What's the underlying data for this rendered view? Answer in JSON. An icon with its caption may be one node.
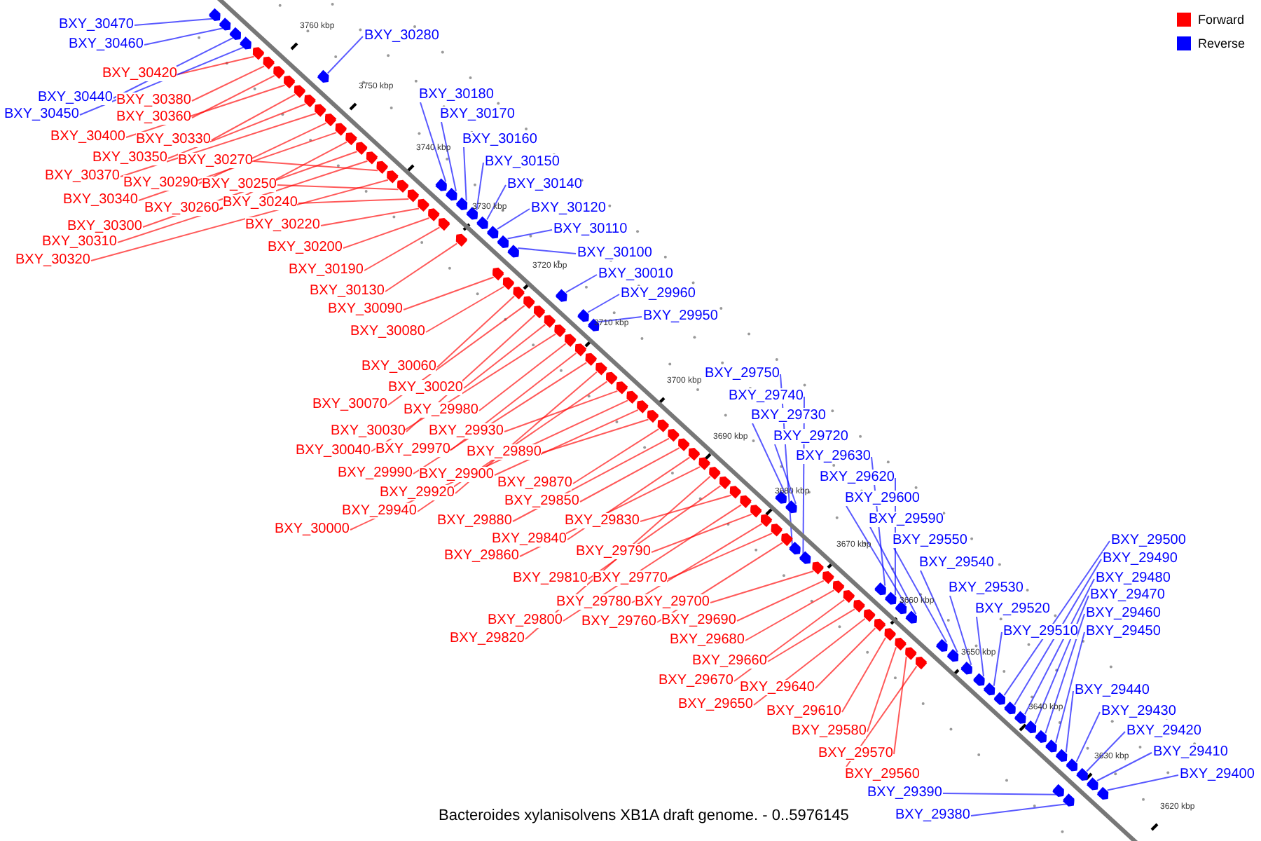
{
  "diagram": {
    "caption": "Bacteroides xylanisolvens XB1A draft genome. - 0..5976145",
    "nodes": [
      {
        "text": [
          "BXY_30470"
        ]
      },
      {
        "text": [
          "BXY_30460"
        ]
      },
      {
        "text": [
          "BXY_30280"
        ]
      },
      {
        "text": [
          "BXY_30420"
        ]
      },
      {
        "text": [
          "BXY_30440"
        ]
      },
      {
        "text": [
          "BXY_30380"
        ]
      },
      {
        "text": [
          "BXY_30450"
        ]
      },
      {
        "text": [
          "BXY_30360"
        ]
      },
      {
        "text": [
          "BXY_30180"
        ]
      },
      {
        "text": [
          "BXY_30170"
        ]
      },
      {
        "text": [
          "BXY_30400"
        ]
      },
      {
        "text": [
          "BXY_30330"
        ]
      },
      {
        "text": [
          "BXY_30160"
        ]
      },
      {
        "text": [
          "BXY_30350"
        ]
      },
      {
        "text": [
          "BXY_30270"
        ]
      },
      {
        "text": [
          "BXY_30150"
        ]
      },
      {
        "text": [
          "BXY_30370"
        ]
      },
      {
        "text": [
          "BXY_30290"
        ]
      },
      {
        "text": [
          "BXY_30250"
        ]
      },
      {
        "text": [
          "BXY_30140"
        ]
      },
      {
        "text": [
          "BXY_30340"
        ]
      },
      {
        "text": [
          "BXY_30240"
        ]
      },
      {
        "text": [
          "BXY_30120"
        ]
      },
      {
        "text": [
          "BXY_30260"
        ]
      },
      {
        "text": [
          "BXY_30300"
        ]
      },
      {
        "text": [
          "BXY_30110"
        ]
      },
      {
        "text": [
          "BXY_30220"
        ]
      },
      {
        "text": [
          "BXY_30310"
        ]
      },
      {
        "text": [
          "BXY_30200"
        ]
      },
      {
        "text": [
          "BXY_30100"
        ]
      },
      {
        "text": [
          "BXY_30320"
        ]
      },
      {
        "text": [
          "BXY_30190"
        ]
      },
      {
        "text": [
          "BXY_30010"
        ]
      },
      {
        "text": [
          "BXY_30130"
        ]
      },
      {
        "text": [
          "BXY_29960"
        ]
      },
      {
        "text": [
          "BXY_30090"
        ]
      },
      {
        "text": [
          "BXY_29950"
        ]
      },
      {
        "text": [
          "BXY_30080"
        ]
      },
      {
        "text": [
          "BXY_30060"
        ]
      },
      {
        "text": [
          "BXY_29750"
        ]
      },
      {
        "text": [
          "BXY_30020"
        ]
      },
      {
        "text": [
          "BXY_29740"
        ]
      },
      {
        "text": [
          "BXY_30070"
        ]
      },
      {
        "text": [
          "BXY_29980"
        ]
      },
      {
        "text": [
          "BXY_29730"
        ]
      },
      {
        "text": [
          "BXY_30030"
        ]
      },
      {
        "text": [
          "BXY_29930"
        ]
      },
      {
        "text": [
          "BXY_29720"
        ]
      },
      {
        "text": [
          "BXY_30040"
        ]
      },
      {
        "text": [
          "BXY_29970"
        ]
      },
      {
        "text": [
          "BXY_29890"
        ]
      },
      {
        "text": [
          "BXY_29630"
        ]
      },
      {
        "text": [
          "BXY_29990"
        ]
      },
      {
        "text": [
          "BXY_29900"
        ]
      },
      {
        "text": [
          "BXY_29620"
        ]
      },
      {
        "text": [
          "BXY_29870"
        ]
      },
      {
        "text": [
          "BXY_29920"
        ]
      },
      {
        "text": [
          "BXY_29600"
        ]
      },
      {
        "text": [
          "BXY_29850"
        ]
      },
      {
        "text": [
          "BXY_29940"
        ]
      },
      {
        "text": [
          "BXY_29880"
        ]
      },
      {
        "text": [
          "BXY_29830"
        ]
      },
      {
        "text": [
          "BXY_29590"
        ]
      },
      {
        "text": [
          "BXY_30000"
        ]
      },
      {
        "text": [
          "BXY_29840"
        ]
      },
      {
        "text": [
          "BXY_29550"
        ]
      },
      {
        "text": [
          "BXY_29500"
        ]
      },
      {
        "text": [
          "BXY_29860"
        ]
      },
      {
        "text": [
          "BXY_29790"
        ]
      },
      {
        "text": [
          "BXY_29490"
        ]
      },
      {
        "text": [
          "BXY_29540"
        ]
      },
      {
        "text": [
          "BXY_29810"
        ]
      },
      {
        "text": [
          "BXY_29770"
        ]
      },
      {
        "text": [
          "BXY_29480"
        ]
      },
      {
        "text": [
          "BXY_29530"
        ]
      },
      {
        "text": [
          "BXY_29470"
        ]
      },
      {
        "text": [
          "BXY_29780"
        ]
      },
      {
        "text": [
          "BXY_29700"
        ]
      },
      {
        "text": [
          "BXY_29520"
        ]
      },
      {
        "text": [
          "BXY_29460"
        ]
      },
      {
        "text": [
          "BXY_29800"
        ]
      },
      {
        "text": [
          "BXY_29760"
        ]
      },
      {
        "text": [
          "BXY_29690"
        ]
      },
      {
        "text": [
          "BXY_29510"
        ]
      },
      {
        "text": [
          "BXY_29450"
        ]
      },
      {
        "text": [
          "BXY_29820"
        ]
      },
      {
        "text": [
          "BXY_29680"
        ]
      },
      {
        "text": [
          "BXY_29660"
        ]
      },
      {
        "text": [
          "BXY_29670"
        ]
      },
      {
        "text": [
          "BXY_29440"
        ]
      },
      {
        "text": [
          "BXY_29640"
        ]
      },
      {
        "text": [
          "BXY_29650"
        ]
      },
      {
        "text": [
          "BXY_29430"
        ]
      },
      {
        "text": [
          "BXY_29610"
        ]
      },
      {
        "text": [
          "BXY_29420"
        ]
      },
      {
        "text": [
          "BXY_29580"
        ]
      },
      {
        "text": [
          "BXY_29410"
        ]
      },
      {
        "text": [
          "BXY_29570"
        ]
      },
      {
        "text": [
          "BXY_29400"
        ]
      },
      {
        "text": [
          "BXY_29560"
        ]
      },
      {
        "text": [
          "BXY_29390"
        ]
      },
      {
        "text": [
          "BXY_29380"
        ]
      },
      {
        "text": [],
        "shape": "arrow"
      },
      {
        "text": [],
        "shape": "arrow"
      },
      {
        "text": [],
        "shape": "arrow"
      },
      {
        "text": [],
        "shape": "arrow"
      },
      {
        "text": [],
        "shape": "arrow"
      },
      {
        "text": [],
        "shape": "arrow"
      },
      {
        "text": [],
        "shape": "arrow"
      },
      {
        "text": [],
        "shape": "arrow"
      },
      {
        "text": [],
        "shape": "arrow"
      },
      {
        "text": [],
        "shape": "arrow"
      },
      {
        "text": [],
        "shape": "arrow"
      },
      {
        "text": [],
        "shape": "arrow"
      },
      {
        "text": [],
        "shape": "arrow"
      },
      {
        "text": [],
        "shape": "arrow"
      },
      {
        "text": [],
        "shape": "arrow"
      },
      {
        "text": [],
        "shape": "arrow"
      },
      {
        "text": [],
        "shape": "arrow"
      },
      {
        "text": [],
        "shape": "arrow"
      },
      {
        "text": [],
        "shape": "arrow"
      },
      {
        "text": [],
        "shape": "arrow"
      },
      {
        "text": [],
        "shape": "arrow"
      },
      {
        "text": [],
        "shape": "arrow"
      },
      {
        "text": [],
        "shape": "arrow"
      },
      {
        "text": [],
        "shape": "arrow"
      },
      {
        "text": [],
        "shape": "arrow"
      },
      {
        "text": [],
        "shape": "arrow"
      },
      {
        "text": [],
        "shape": "arrow"
      },
      {
        "text": [],
        "shape": "arrow"
      },
      {
        "text": [],
        "shape": "arrow"
      },
      {
        "text": [],
        "shape": "arrow"
      },
      {
        "text": [],
        "shape": "arrow"
      },
      {
        "text": [],
        "shape": "arrow"
      },
      {
        "text": [],
        "shape": "arrow"
      },
      {
        "text": [],
        "shape": "arrow"
      },
      {
        "text": [],
        "shape": "arrow"
      },
      {
        "text": [],
        "shape": "arrow"
      },
      {
        "text": [],
        "shape": "arrow"
      },
      {
        "text": [],
        "shape": "arrow"
      },
      {
        "text": [],
        "shape": "arrow"
      },
      {
        "text": [],
        "shape": "arrow"
      },
      {
        "text": [],
        "shape": "arrow"
      },
      {
        "text": [],
        "shape": "arrow"
      },
      {
        "text": [],
        "shape": "arrow"
      },
      {
        "text": [],
        "shape": "arrow"
      },
      {
        "text": [],
        "shape": "arrow"
      },
      {
        "text": [],
        "shape": "arrow"
      },
      {
        "text": [],
        "shape": "arrow"
      },
      {
        "text": [],
        "shape": "arrow"
      },
      {
        "text": [],
        "shape": "arrow"
      },
      {
        "text": [],
        "shape": "arrow"
      },
      {
        "text": [],
        "shape": "arrow"
      },
      {
        "text": [],
        "shape": "arrow"
      },
      {
        "text": [],
        "shape": "arrow"
      },
      {
        "text": [],
        "shape": "arrow"
      },
      {
        "text": [],
        "shape": "arrow"
      },
      {
        "text": [],
        "shape": "arrow"
      },
      {
        "text": [],
        "shape": "arrow"
      },
      {
        "text": [],
        "shape": "arrow"
      },
      {
        "text": [],
        "shape": "arrow"
      },
      {
        "text": [],
        "shape": "arrow"
      },
      {
        "text": [],
        "shape": "arrow"
      },
      {
        "text": [],
        "shape": "arrow"
      },
      {
        "text": [],
        "shape": "arrow"
      },
      {
        "text": [],
        "shape": "arrow"
      },
      {
        "text": [],
        "shape": "arrow"
      },
      {
        "text": [],
        "shape": "arrow"
      },
      {
        "text": [],
        "shape": "arrow"
      },
      {
        "text": [],
        "shape": "arrow"
      },
      {
        "text": [],
        "shape": "arrow"
      },
      {
        "text": [],
        "shape": "arrow"
      },
      {
        "text": [],
        "shape": "arrow"
      },
      {
        "text": [],
        "shape": "arrow"
      },
      {
        "text": [],
        "shape": "arrow"
      },
      {
        "text": [],
        "shape": "arrow"
      },
      {
        "text": [],
        "shape": "arrow"
      },
      {
        "text": [],
        "shape": "arrow"
      },
      {
        "text": [],
        "shape": "arrow"
      },
      {
        "text": [],
        "shape": "arrow"
      },
      {
        "text": [],
        "shape": "arrow"
      },
      {
        "text": [],
        "shape": "arrow"
      },
      {
        "text": [],
        "shape": "arrow"
      },
      {
        "text": [],
        "shape": "arrow"
      },
      {
        "text": [],
        "shape": "arrow"
      },
      {
        "text": [],
        "shape": "arrow"
      },
      {
        "text": [],
        "shape": "arrow"
      },
      {
        "text": [],
        "shape": "arrow"
      },
      {
        "text": [],
        "shape": "arrow"
      },
      {
        "text": [],
        "shape": "arrow"
      },
      {
        "text": [],
        "shape": "arrow"
      },
      {
        "text": [],
        "shape": "arrow"
      },
      {
        "text": [],
        "shape": "arrow"
      },
      {
        "text": [],
        "shape": "arrow"
      },
      {
        "text": [],
        "shape": "arrow"
      },
      {
        "text": [],
        "shape": "arrow"
      },
      {
        "text": [],
        "shape": "arrow"
      },
      {
        "text": [],
        "shape": "arrow"
      },
      {
        "text": [],
        "shape": "arrow"
      },
      {
        "text": [],
        "shape": "arrow"
      },
      {
        "text": [],
        "shape": "arrow"
      },
      {
        "text": [],
        "shape": "arrow"
      },
      {
        "text": [],
        "shape": "arrow"
      },
      {
        "text": [],
        "shape": "arrow"
      }
    ],
    "edges": [
      {
        "from": 0,
        "to": 102,
        "arrow": "none",
        "color": "#0000ff"
      },
      {
        "from": 1,
        "to": 103,
        "arrow": "none",
        "color": "#0000ff"
      },
      {
        "from": 2,
        "to": 104,
        "arrow": "none",
        "color": "#0000ff"
      },
      {
        "from": 3,
        "to": 105,
        "arrow": "none"
      },
      {
        "from": 4,
        "to": 106,
        "arrow": "none",
        "color": "#0000ff"
      },
      {
        "from": 5,
        "to": 107,
        "arrow": "none"
      },
      {
        "from": 6,
        "to": 108,
        "arrow": "none",
        "color": "#0000ff"
      },
      {
        "from": 7,
        "to": 109,
        "arrow": "none"
      },
      {
        "from": 8,
        "to": 110,
        "arrow": "none",
        "color": "#0000ff"
      },
      {
        "from": 9,
        "to": 111,
        "arrow": "none",
        "color": "#0000ff"
      },
      {
        "from": 10,
        "to": 112,
        "arrow": "none"
      },
      {
        "from": 11,
        "to": 113,
        "arrow": "none"
      },
      {
        "from": 12,
        "to": 114,
        "arrow": "none",
        "color": "#0000ff"
      },
      {
        "from": 13,
        "to": 115,
        "arrow": "none"
      },
      {
        "from": 14,
        "to": 116,
        "arrow": "none"
      },
      {
        "from": 15,
        "to": 117,
        "arrow": "none",
        "color": "#0000ff"
      },
      {
        "from": 16,
        "to": 118,
        "arrow": "none"
      },
      {
        "from": 17,
        "to": 119,
        "arrow": "none"
      },
      {
        "from": 18,
        "to": 120,
        "arrow": "none"
      },
      {
        "from": 19,
        "to": 121,
        "arrow": "none",
        "color": "#0000ff"
      },
      {
        "from": 20,
        "to": 122,
        "arrow": "none"
      },
      {
        "from": 21,
        "to": 123,
        "arrow": "none"
      },
      {
        "from": 22,
        "to": 124,
        "arrow": "none",
        "color": "#0000ff"
      },
      {
        "from": 23,
        "to": 125,
        "arrow": "none"
      },
      {
        "from": 24,
        "to": 126,
        "arrow": "none"
      },
      {
        "from": 25,
        "to": 127,
        "arrow": "none",
        "color": "#0000ff"
      },
      {
        "from": 26,
        "to": 128,
        "arrow": "none"
      },
      {
        "from": 27,
        "to": 129,
        "arrow": "none"
      },
      {
        "from": 28,
        "to": 130,
        "arrow": "none"
      },
      {
        "from": 29,
        "to": 131,
        "arrow": "none",
        "color": "#0000ff"
      },
      {
        "from": 30,
        "to": 132,
        "arrow": "none"
      },
      {
        "from": 31,
        "to": 133,
        "arrow": "none"
      },
      {
        "from": 32,
        "to": 134,
        "arrow": "none",
        "color": "#0000ff"
      },
      {
        "from": 33,
        "to": 135,
        "arrow": "none"
      },
      {
        "from": 34,
        "to": 136,
        "arrow": "none",
        "color": "#0000ff"
      },
      {
        "from": 35,
        "to": 137,
        "arrow": "none"
      },
      {
        "from": 36,
        "to": 138,
        "arrow": "none",
        "color": "#0000ff"
      },
      {
        "from": 37,
        "to": 139,
        "arrow": "none"
      },
      {
        "from": 38,
        "to": 140,
        "arrow": "none"
      },
      {
        "from": 39,
        "to": 141,
        "arrow": "none",
        "color": "#0000ff"
      },
      {
        "from": 40,
        "to": 142,
        "arrow": "none"
      },
      {
        "from": 41,
        "to": 143,
        "arrow": "none",
        "color": "#0000ff"
      },
      {
        "from": 42,
        "to": 144,
        "arrow": "none"
      },
      {
        "from": 43,
        "to": 145,
        "arrow": "none"
      },
      {
        "from": 44,
        "to": 146,
        "arrow": "none",
        "color": "#0000ff"
      },
      {
        "from": 45,
        "to": 147,
        "arrow": "none"
      },
      {
        "from": 46,
        "to": 148,
        "arrow": "none"
      },
      {
        "from": 47,
        "to": 149,
        "arrow": "none",
        "color": "#0000ff"
      },
      {
        "from": 48,
        "to": 150,
        "arrow": "none"
      },
      {
        "from": 49,
        "to": 151,
        "arrow": "none"
      },
      {
        "from": 50,
        "to": 152,
        "arrow": "none"
      },
      {
        "from": 51,
        "to": 153,
        "arrow": "none",
        "color": "#0000ff"
      },
      {
        "from": 52,
        "to": 154,
        "arrow": "none"
      },
      {
        "from": 53,
        "to": 155,
        "arrow": "none"
      },
      {
        "from": 54,
        "to": 156,
        "arrow": "none",
        "color": "#0000ff"
      },
      {
        "from": 55,
        "to": 157,
        "arrow": "none"
      },
      {
        "from": 56,
        "to": 158,
        "arrow": "none"
      },
      {
        "from": 57,
        "to": 159,
        "arrow": "none",
        "color": "#0000ff"
      },
      {
        "from": 58,
        "to": 160,
        "arrow": "none"
      },
      {
        "from": 59,
        "to": 161,
        "arrow": "none"
      },
      {
        "from": 60,
        "to": 162,
        "arrow": "none"
      },
      {
        "from": 61,
        "to": 163,
        "arrow": "none"
      },
      {
        "from": 62,
        "to": 164,
        "arrow": "none",
        "color": "#0000ff"
      },
      {
        "from": 63,
        "to": 165,
        "arrow": "none"
      },
      {
        "from": 64,
        "to": 166,
        "arrow": "none"
      },
      {
        "from": 65,
        "to": 167,
        "arrow": "none",
        "color": "#0000ff"
      },
      {
        "from": 66,
        "to": 168,
        "arrow": "none",
        "color": "#0000ff"
      },
      {
        "from": 67,
        "to": 169,
        "arrow": "none"
      },
      {
        "from": 68,
        "to": 170,
        "arrow": "none"
      },
      {
        "from": 69,
        "to": 171,
        "arrow": "none",
        "color": "#0000ff"
      },
      {
        "from": 70,
        "to": 172,
        "arrow": "none",
        "color": "#0000ff"
      },
      {
        "from": 71,
        "to": 173,
        "arrow": "none"
      },
      {
        "from": 72,
        "to": 174,
        "arrow": "none"
      },
      {
        "from": 73,
        "to": 175,
        "arrow": "none",
        "color": "#0000ff"
      },
      {
        "from": 74,
        "to": 176,
        "arrow": "none",
        "color": "#0000ff"
      },
      {
        "from": 75,
        "to": 177,
        "arrow": "none",
        "color": "#0000ff"
      },
      {
        "from": 76,
        "to": 178,
        "arrow": "none"
      },
      {
        "from": 77,
        "to": 179,
        "arrow": "none"
      },
      {
        "from": 78,
        "to": 180,
        "arrow": "none",
        "color": "#0000ff"
      },
      {
        "from": 79,
        "to": 181,
        "arrow": "none",
        "color": "#0000ff"
      },
      {
        "from": 80,
        "to": 182,
        "arrow": "none"
      },
      {
        "from": 81,
        "to": 183,
        "arrow": "none"
      },
      {
        "from": 82,
        "to": 184,
        "arrow": "none"
      },
      {
        "from": 83,
        "to": 185,
        "arrow": "none",
        "color": "#0000ff"
      },
      {
        "from": 84,
        "to": 186,
        "arrow": "none",
        "color": "#0000ff"
      },
      {
        "from": 85,
        "to": 187,
        "arrow": "none"
      },
      {
        "from": 86,
        "to": 188,
        "arrow": "none"
      },
      {
        "from": 87,
        "to": 189,
        "arrow": "none"
      },
      {
        "from": 88,
        "to": 190,
        "arrow": "none"
      },
      {
        "from": 89,
        "to": 191,
        "arrow": "none",
        "color": "#0000ff"
      },
      {
        "from": 90,
        "to": 192,
        "arrow": "none"
      },
      {
        "from": 91,
        "to": 193,
        "arrow": "none"
      },
      {
        "from": 92,
        "to": 194,
        "arrow": "none",
        "color": "#0000ff"
      },
      {
        "from": 93,
        "to": 195,
        "arrow": "none"
      },
      {
        "from": 94,
        "to": 196,
        "arrow": "none",
        "color": "#0000ff"
      },
      {
        "from": 95,
        "to": 197,
        "arrow": "none"
      },
      {
        "from": 96,
        "to": 198,
        "arrow": "none",
        "color": "#0000ff"
      },
      {
        "from": 97,
        "to": 199,
        "arrow": "none"
      },
      {
        "from": 98,
        "to": 200,
        "arrow": "none",
        "color": "#0000ff"
      },
      {
        "from": 99,
        "to": 201,
        "arrow": "none"
      },
      {
        "from": 100,
        "to": 202,
        "arrow": "none",
        "color": "#0000ff"
      },
      {
        "from": 101,
        "to": 203,
        "arrow": "none",
        "color": "#0000ff"
      }
    ],
    "labels": [
      "3760 kbp",
      "3750 kbp",
      "3740 kbp",
      "3730 kbp",
      "3720 kbp",
      "3710 kbp",
      "3700 kbp",
      "3690 kbp",
      "3680 kbp",
      "3670 kbp",
      "3660 kbp",
      "3650 kbp",
      "3640 kbp",
      "3630 kbp",
      "3620 kbp"
    ],
    "legend": [
      {
        "text": "Forward",
        "color": "#ff0000"
      },
      {
        "text": "Reverse",
        "color": "#0000ff"
      }
    ]
  }
}
